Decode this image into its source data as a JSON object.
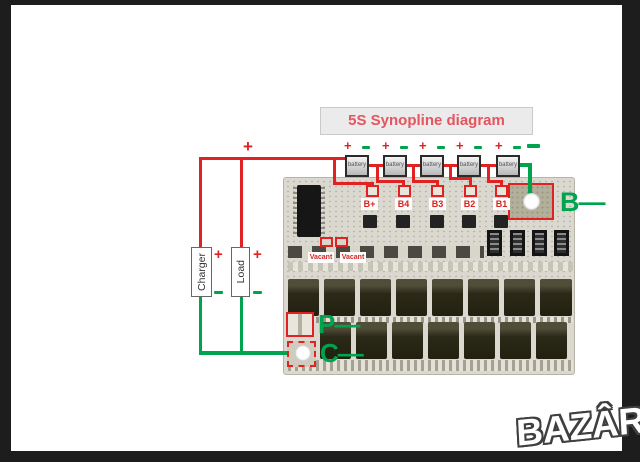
{
  "title": "5S Synopline diagram",
  "wiring": {
    "plus": "+",
    "minus": "-"
  },
  "batteries": {
    "count": 5,
    "items": [
      {
        "label": "battery",
        "plus": "+",
        "minus": "-"
      },
      {
        "label": "battery",
        "plus": "+",
        "minus": "-"
      },
      {
        "label": "battery",
        "plus": "+",
        "minus": "-"
      },
      {
        "label": "battery",
        "plus": "+",
        "minus": "-"
      },
      {
        "label": "battery",
        "plus": "+",
        "minus": "-"
      }
    ]
  },
  "board": {
    "pads": [
      {
        "label": "B+"
      },
      {
        "label": "B4"
      },
      {
        "label": "B3"
      },
      {
        "label": "B2"
      },
      {
        "label": "B1"
      }
    ],
    "vacant": [
      {
        "label": "Vacant"
      },
      {
        "label": "Vacant"
      }
    ],
    "terminals": {
      "b_minus": "B—",
      "p_minus": "P—",
      "c_minus": "C—"
    }
  },
  "devices": [
    {
      "label": "Charger",
      "plus": "+",
      "minus": "-"
    },
    {
      "label": "Load",
      "plus": "+",
      "minus": "-"
    }
  ],
  "watermark": "BAZÂR",
  "colors": {
    "wire_red": "#e02222",
    "wire_green": "#00a44e",
    "title_text": "#e4555f",
    "frame": "#1d1d1d",
    "board": "#dbd8cf"
  }
}
